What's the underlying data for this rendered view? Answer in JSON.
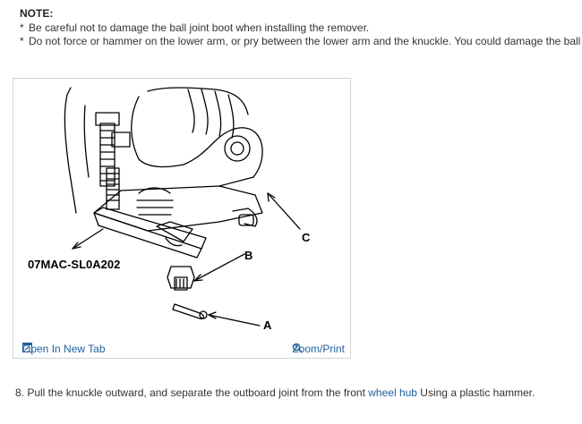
{
  "note": {
    "title": "NOTE:",
    "items": [
      {
        "bullet": "*",
        "text": "Be careful not to damage the ball joint boot when installing the remover."
      },
      {
        "bullet": "*",
        "text": "Do not force or hammer on the lower arm, or pry between the lower arm and the knuckle. You could damage the ball joint."
      }
    ]
  },
  "figure": {
    "tool_label": "07MAC-SL0A202",
    "callout_a": "A",
    "callout_b": "B",
    "callout_c": "C",
    "open_in_new_tab": "Open In New Tab",
    "zoom_print": "Zoom/Print"
  },
  "step": {
    "prefix": "8. Pull the knuckle outward, and separate the outboard joint from the front ",
    "link": "wheel hub",
    "suffix": " Using a plastic hammer."
  }
}
